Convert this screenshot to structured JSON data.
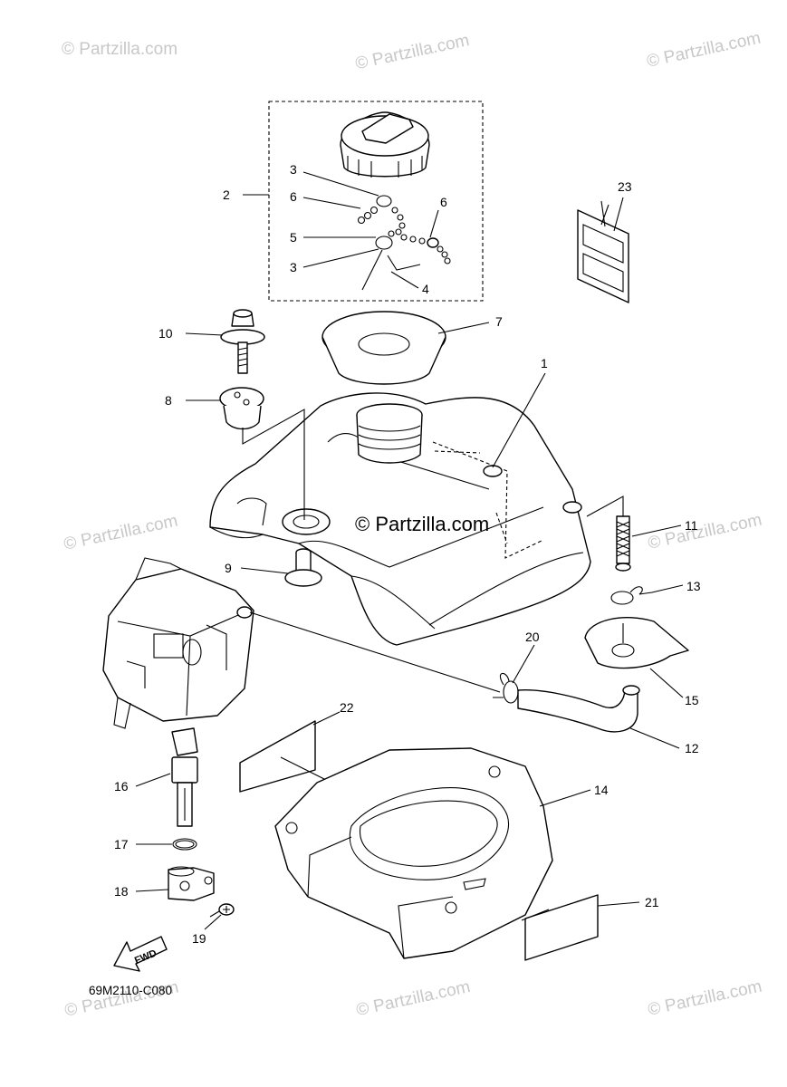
{
  "watermark": {
    "text": "© Partzilla.com",
    "color": "#c8c8c8"
  },
  "center_mark": "© Partzilla.com",
  "diagram_code": "69M2110-C080",
  "fwd_label": "FWD",
  "callouts": {
    "c1": "1",
    "c2": "2",
    "c3a": "3",
    "c3b": "3",
    "c4": "4",
    "c5": "5",
    "c6a": "6",
    "c6b": "6",
    "c7": "7",
    "c8": "8",
    "c9": "9",
    "c10": "10",
    "c11": "11",
    "c12": "12",
    "c13": "13",
    "c14": "14",
    "c15": "15",
    "c16": "16",
    "c17": "17",
    "c18": "18",
    "c19": "19",
    "c20": "20",
    "c21": "21",
    "c22": "22",
    "c23": "23"
  }
}
